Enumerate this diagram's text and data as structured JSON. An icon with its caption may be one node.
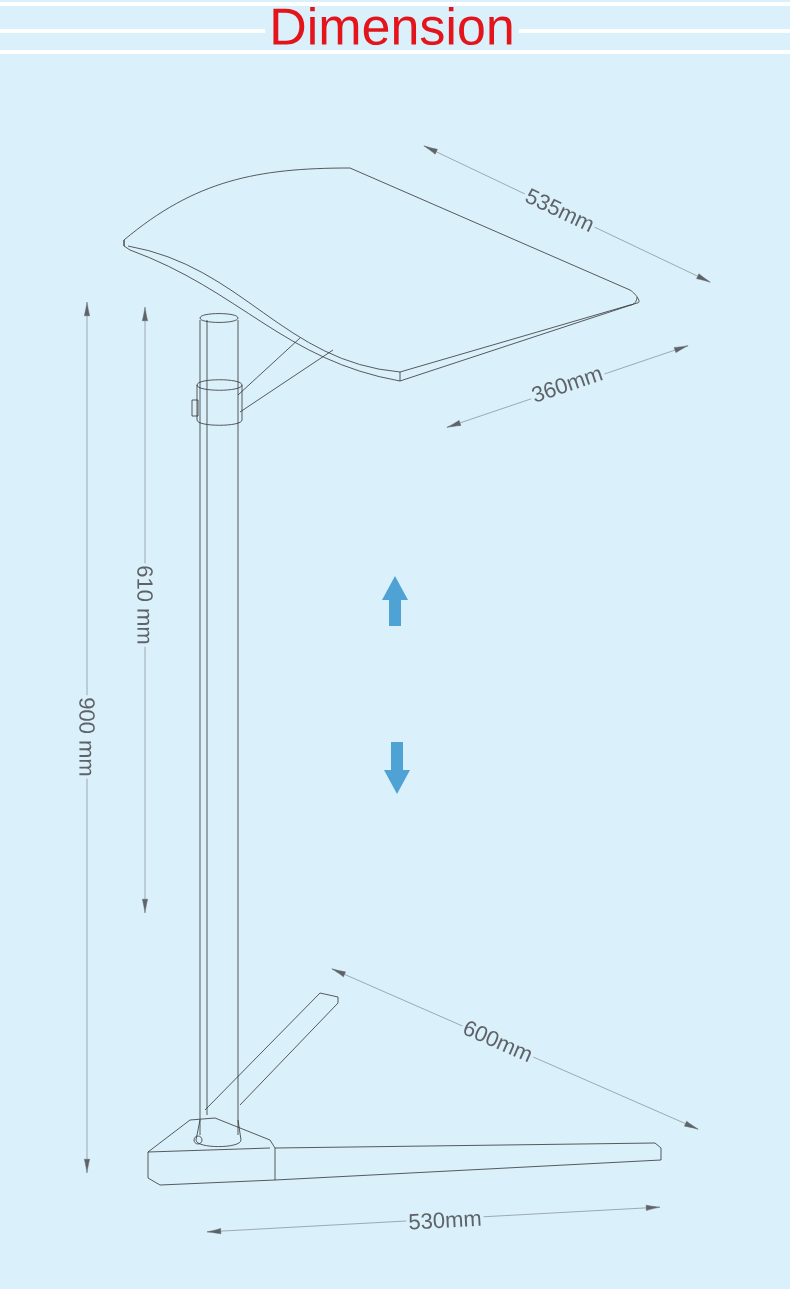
{
  "diagram": {
    "title": "Dimension",
    "labels": [
      "535mm",
      "360mm",
      "610 mm",
      "900 mm",
      "600mm",
      "530mm"
    ]
  }
}
